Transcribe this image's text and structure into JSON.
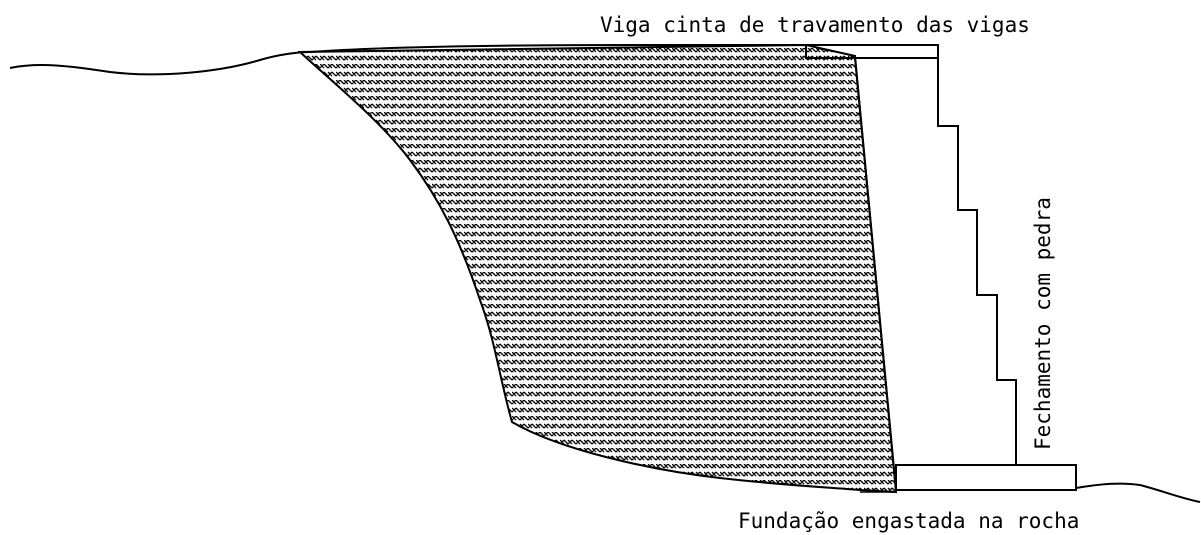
{
  "labels": {
    "top_beam": "Viga cinta de travamento das vigas",
    "stone_closure": "Fechamento com pedra",
    "foundation": "Fundação engastada na rocha"
  },
  "colors": {
    "ink": "#000000",
    "background": "#ffffff"
  },
  "hatch_pattern": "herringbone-masonry"
}
